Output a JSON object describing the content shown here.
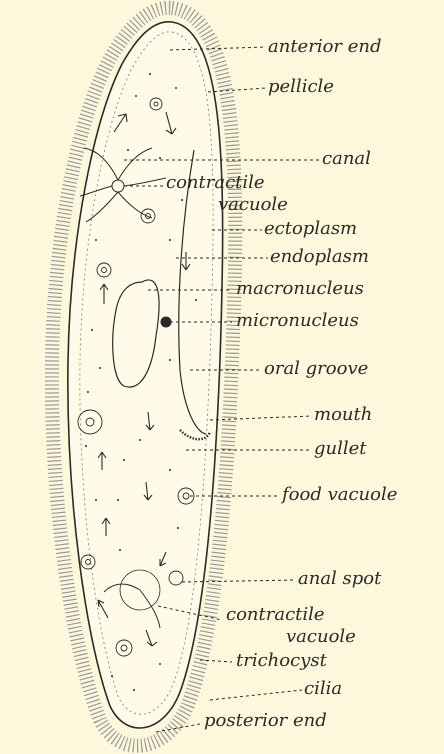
{
  "labels": {
    "anterior_end": "anterior end",
    "pellicle": "pellicle",
    "canal": "canal",
    "contractile_vacuole_top_1": "contractile",
    "contractile_vacuole_top_2": "vacuole",
    "ectoplasm": "ectoplasm",
    "endoplasm": "endoplasm",
    "macronucleus": "macronucleus",
    "micronucleus": "micronucleus",
    "oral_groove": "oral groove",
    "mouth": "mouth",
    "gullet": "gullet",
    "food_vacuole": "food vacuole",
    "anal_spot": "anal spot",
    "contractile_vacuole_bottom_1": "contractile",
    "contractile_vacuole_bottom_2": "vacuole",
    "trichocyst": "trichocyst",
    "cilia": "cilia",
    "posterior_end": "posterior end"
  },
  "colors": {
    "background": "#fdf8dc",
    "ink": "#2a2a2a"
  }
}
